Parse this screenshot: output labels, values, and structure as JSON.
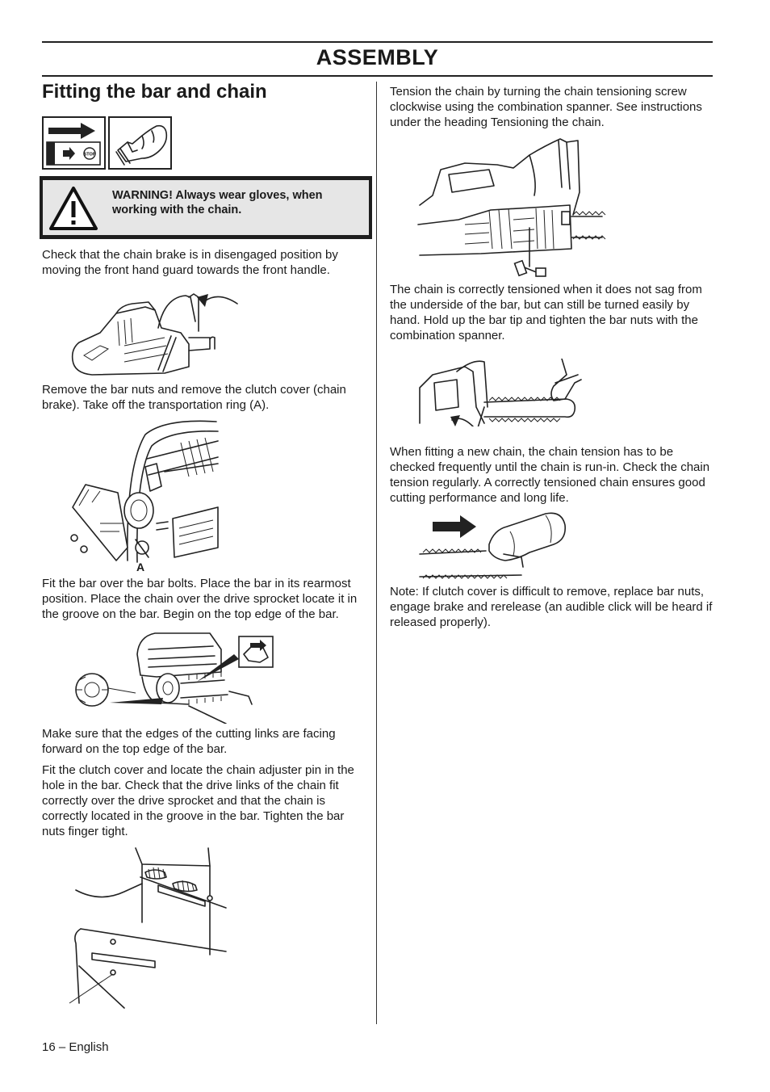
{
  "header": {
    "title": "ASSEMBLY"
  },
  "section": {
    "title": "Fitting the bar and chain"
  },
  "warning": {
    "text": "WARNING! Always wear gloves, when working with the chain."
  },
  "icons": {
    "brake": "chain-brake-icon",
    "glove": "glove-icon",
    "warning": "warning-triangle-icon",
    "stop_label": "STOP"
  },
  "left_column": {
    "p1": "Check that the chain brake is in disengaged position by moving the front hand guard towards the front handle.",
    "p2": "Remove the bar nuts and remove the clutch cover (chain brake). Take off the transportation ring (A).",
    "fig2_label": "A",
    "p3": "Fit the bar over the bar bolts. Place the bar in its rearmost position. Place the chain over the drive sprocket locate it in the groove on the bar. Begin on the top edge of the bar.",
    "p4": "Make sure that the edges of the cutting links are facing forward on the top edge of the bar.",
    "p5": "Fit the clutch cover and locate the chain adjuster pin in the hole in the bar. Check that the drive links of the chain fit correctly over the drive sprocket and that the chain is correctly located in the groove in the bar. Tighten the bar nuts finger tight."
  },
  "right_column": {
    "p1": "Tension the chain by turning the chain tensioning screw clockwise using the combination spanner. See instructions under the heading Tensioning the chain.",
    "p2": "The chain is correctly tensioned when it does not sag from the underside of the bar, but can still be turned easily by hand. Hold up the bar tip and tighten the bar nuts with the combination spanner.",
    "p3": "When fitting a new chain, the chain tension has to be checked frequently until the chain is run-in. Check the chain tension regularly. A correctly tensioned chain ensures good cutting performance and long life.",
    "p4": "Note: If clutch cover is difficult to remove, replace bar nuts, engage brake and rerelease (an audible click will be heard if released properly)."
  },
  "footer": {
    "page": "16 – English"
  }
}
